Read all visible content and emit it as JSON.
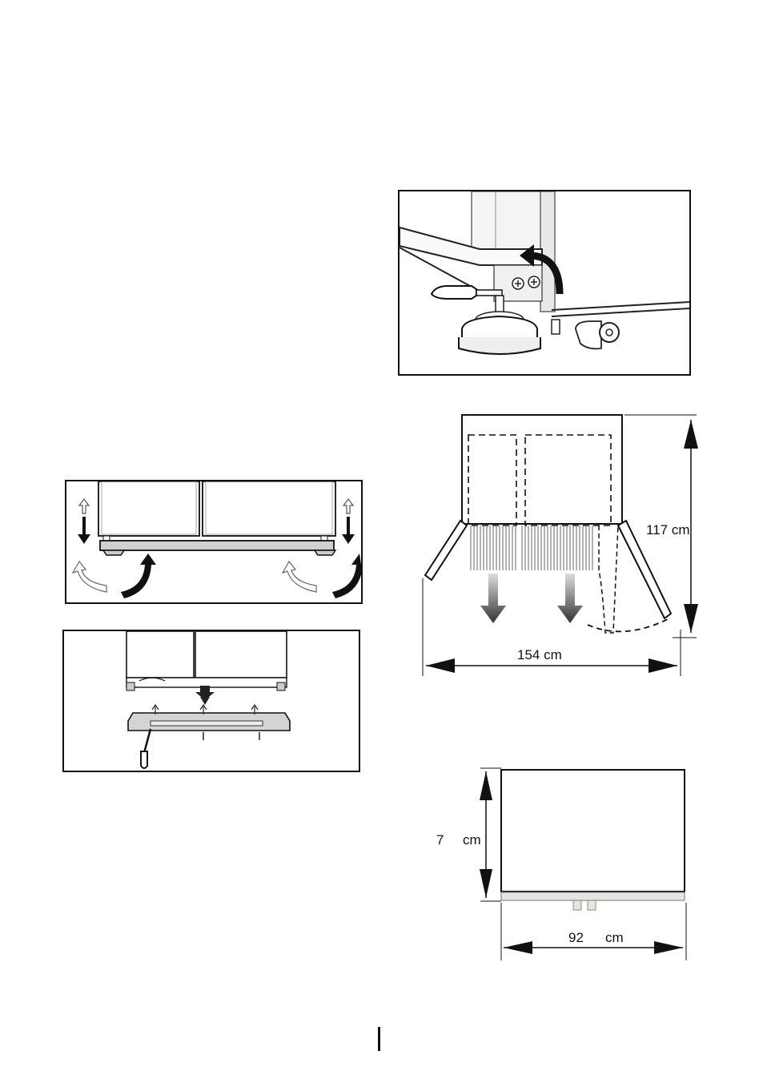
{
  "diagrams": {
    "leveling_foot": {
      "icon": "screwdriver-adjust-foot"
    },
    "base_plate": {
      "icon": "level-feet-arrows"
    },
    "plinth_mount": {
      "icon": "plinth-screws"
    },
    "top_view": {
      "depth_label": "117 cm",
      "width_label": "154 cm"
    },
    "side_view": {
      "height_value": "7",
      "height_unit": "cm",
      "width_value": "92",
      "width_unit": "cm"
    }
  },
  "page_marker": "|"
}
